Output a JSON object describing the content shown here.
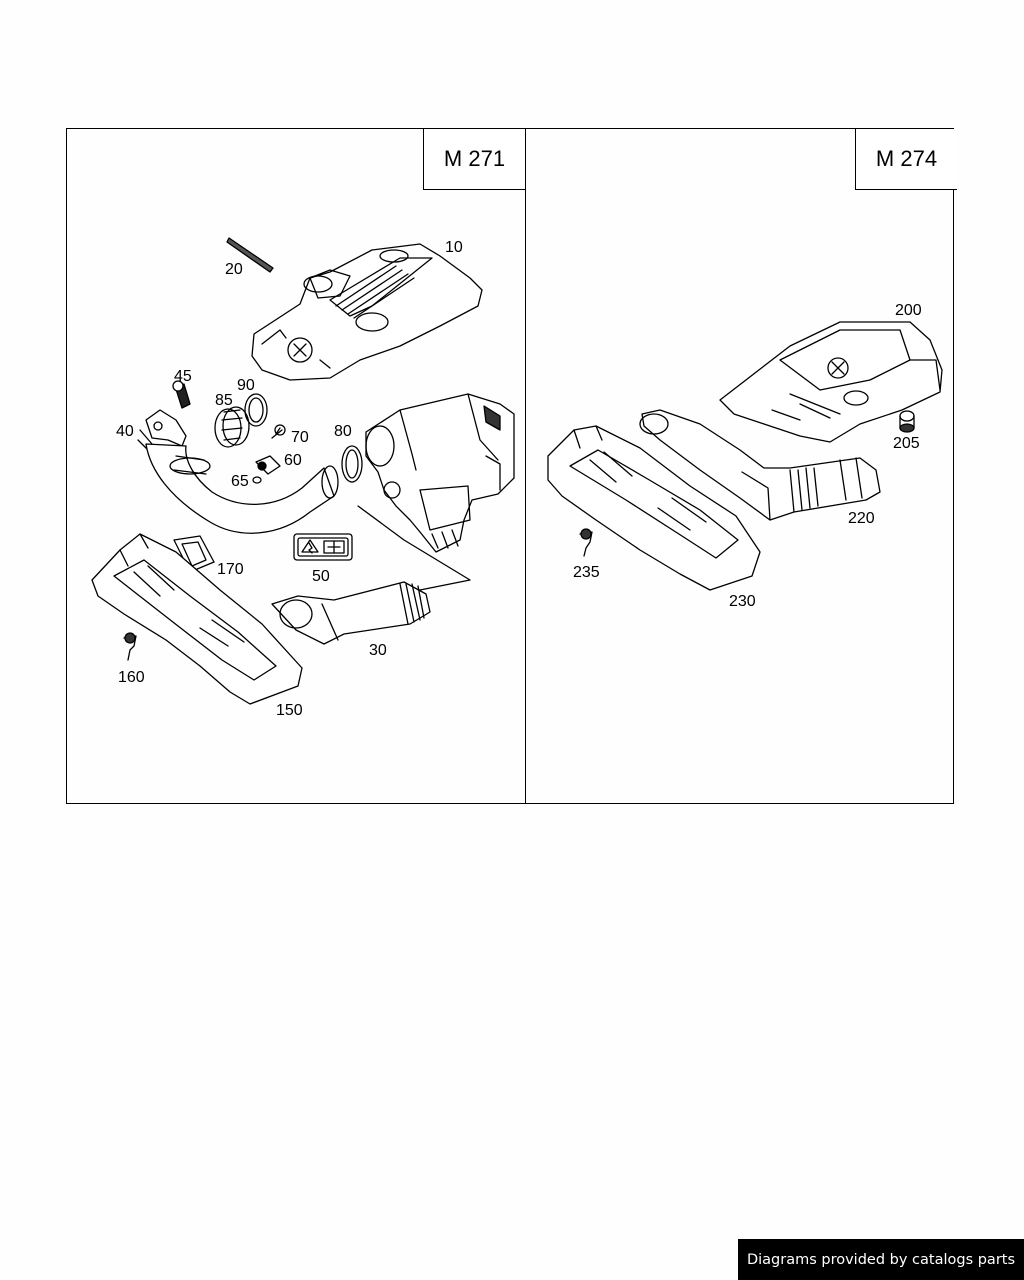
{
  "panels": [
    {
      "engine": "M 271",
      "callouts": [
        "10",
        "20",
        "45",
        "90",
        "85",
        "40",
        "70",
        "80",
        "60",
        "65",
        "170",
        "50",
        "30",
        "160",
        "150"
      ]
    },
    {
      "engine": "M 274",
      "callouts": [
        "200",
        "205",
        "220",
        "235",
        "230"
      ]
    }
  ],
  "footer": {
    "credit": "Diagrams provided by catalogs parts"
  }
}
